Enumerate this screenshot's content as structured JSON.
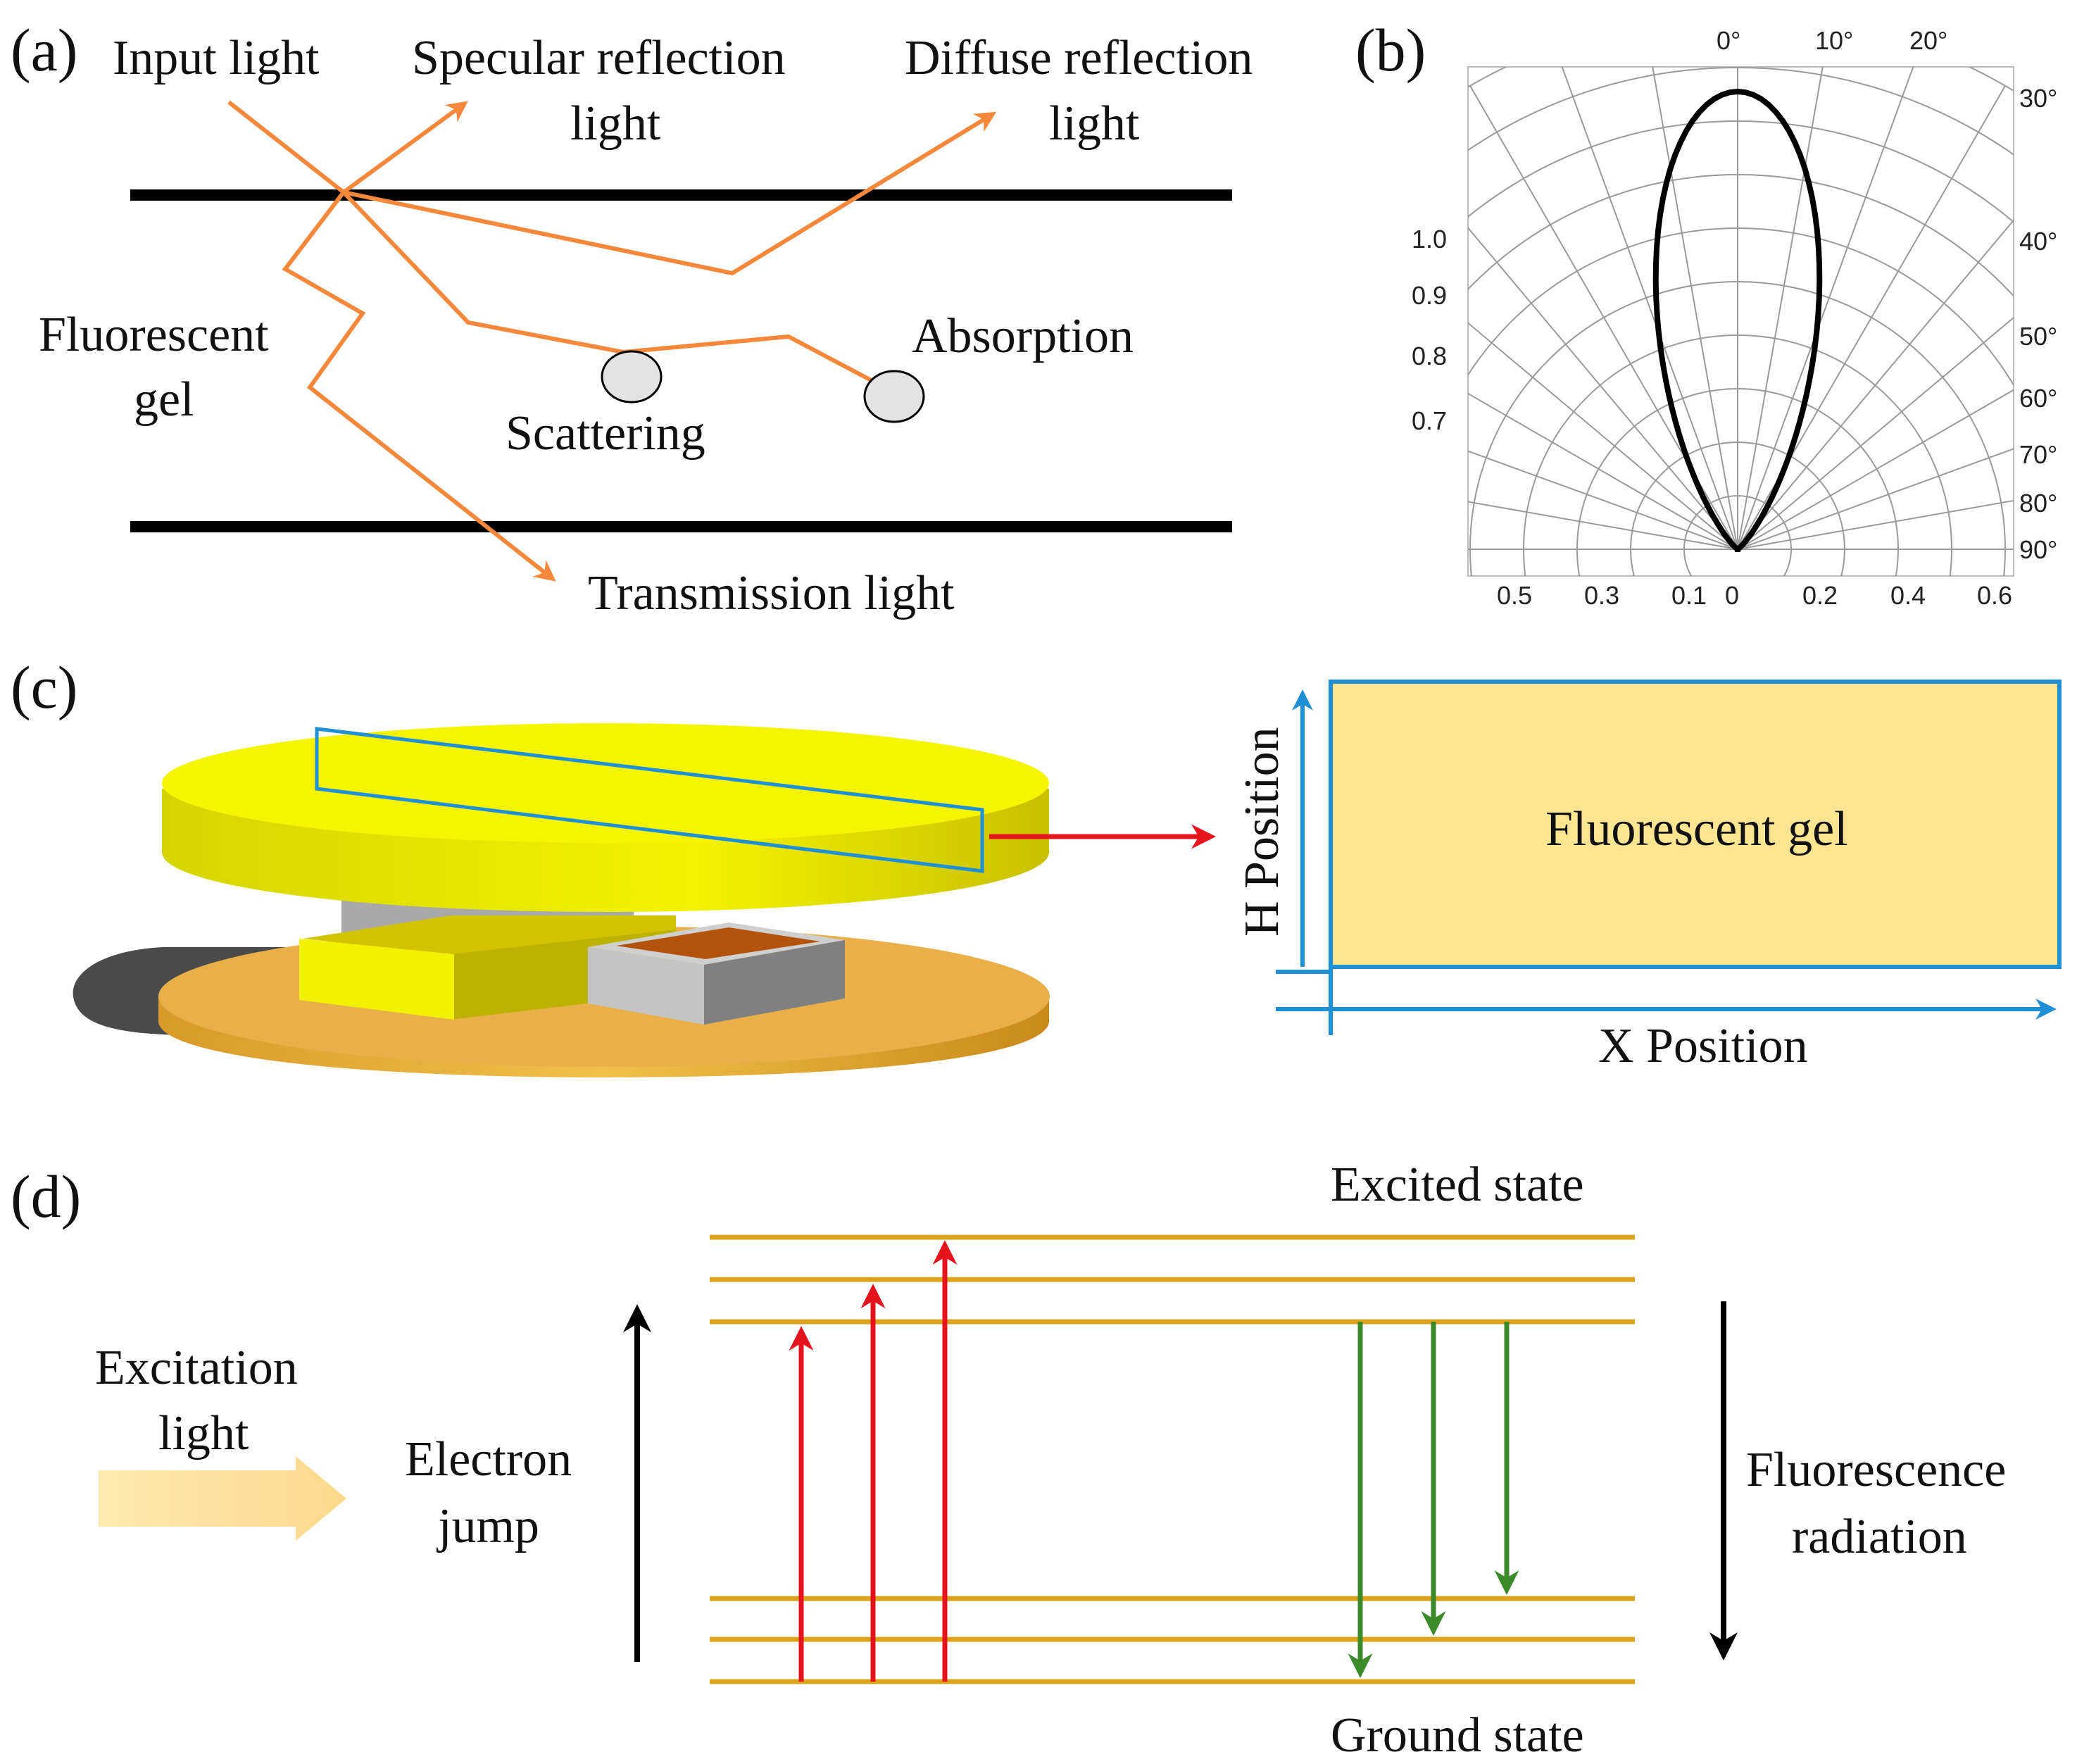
{
  "panel_a": {
    "tag": "(a)",
    "input_light": "Input light",
    "specular": [
      "Specular reflection",
      "light"
    ],
    "diffuse": [
      "Diffuse reflection",
      "light"
    ],
    "fluorescent_gel": [
      "Fluorescent",
      "gel"
    ],
    "absorption": "Absorption",
    "scattering": "Scattering",
    "transmission": "Transmission light",
    "colors": {
      "ray": "#f5883a",
      "boundary": "#000000",
      "particle": "#e3e3e3"
    }
  },
  "panel_b": {
    "tag": "(b)",
    "angle_labels_top": [
      "0°",
      "10°",
      "20°"
    ],
    "angle_labels_right": [
      "30°",
      "40°",
      "50°",
      "60°",
      "70°",
      "80°",
      "90°"
    ],
    "radial_labels_left": [
      "1.0",
      "0.9",
      "0.8",
      "0.7"
    ],
    "bottom_labels_left": [
      "0.5",
      "0.3",
      "0.1"
    ],
    "bottom_zero": "0",
    "bottom_labels_right": [
      "0.2",
      "0.4",
      "0.6"
    ]
  },
  "panel_c": {
    "tag": "(c)",
    "box_label": "Fluorescent gel",
    "y_axis": "H Position",
    "x_axis": "X Position",
    "colors": {
      "gel": "#fde592",
      "axis": "#1f8fd6",
      "arrow": "#e8141b",
      "disc": "#f0f000"
    }
  },
  "panel_d": {
    "tag": "(d)",
    "excited": "Excited state",
    "ground": "Ground state",
    "excitation": [
      "Excitation",
      "light"
    ],
    "electron_jump": [
      "Electron",
      "jump"
    ],
    "fluorescence": [
      "Fluorescence",
      "radiation"
    ],
    "colors": {
      "level": "#dca31c",
      "absorb": "#e5141c",
      "emit": "#3a8a2a",
      "excitation": "#fde3a0"
    }
  }
}
